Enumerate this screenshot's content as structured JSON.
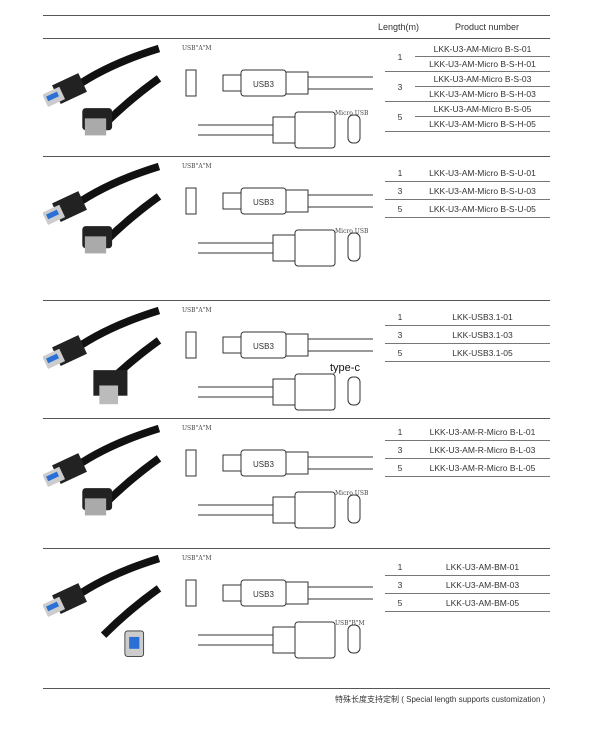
{
  "header": {
    "length": "Length(m)",
    "product_number": "Product number"
  },
  "sections": [
    {
      "name": "usb-a-to-micro-b-screw",
      "labels": {
        "left": "USB\"A\"M",
        "right": "Micro USB"
      },
      "groups": [
        {
          "length": "1",
          "products": [
            "LKK-U3-AM-Micro B-S-01",
            "LKK-U3-AM-Micro B-S-H-01"
          ]
        },
        {
          "length": "3",
          "products": [
            "LKK-U3-AM-Micro B-S-03",
            "LKK-U3-AM-Micro B-S-H-03"
          ]
        },
        {
          "length": "5",
          "products": [
            "LKK-U3-AM-Micro B-S-05",
            "LKK-U3-AM-Micro B-S-H-05"
          ]
        }
      ]
    },
    {
      "name": "usb-a-to-micro-b-up-angle",
      "labels": {
        "left": "USB\"A\"M",
        "right": "Micro USB"
      },
      "rows": [
        {
          "length": "1",
          "product": "LKK-U3-AM-Micro B-S-U-01"
        },
        {
          "length": "3",
          "product": "LKK-U3-AM-Micro B-S-U-03"
        },
        {
          "length": "5",
          "product": "LKK-U3-AM-Micro B-S-U-05"
        }
      ]
    },
    {
      "name": "usb-a-to-type-c",
      "labels": {
        "left": "USB\"A\"M",
        "right": "type-c"
      },
      "rows": [
        {
          "length": "1",
          "product": "LKK-USB3.1-01"
        },
        {
          "length": "3",
          "product": "LKK-USB3.1-03"
        },
        {
          "length": "5",
          "product": "LKK-USB3.1-05"
        }
      ]
    },
    {
      "name": "right-angle-usb-a-to-micro-b",
      "labels": {
        "left": "USB\"A\"M",
        "right": "Micro USB"
      },
      "rows": [
        {
          "length": "1",
          "product": "LKK-U3-AM-R-Micro B-L-01"
        },
        {
          "length": "3",
          "product": "LKK-U3-AM-R-Micro B-L-03"
        },
        {
          "length": "5",
          "product": "LKK-U3-AM-R-Micro B-L-05"
        }
      ]
    },
    {
      "name": "usb-a-to-usb-b",
      "labels": {
        "left": "USB\"A\"M",
        "right": "USB\"B\"M"
      },
      "rows": [
        {
          "length": "1",
          "product": "LKK-U3-AM-BM-01"
        },
        {
          "length": "3",
          "product": "LKK-U3-AM-BM-03"
        },
        {
          "length": "5",
          "product": "LKK-U3-AM-BM-05"
        }
      ]
    }
  ],
  "footer": "特殊长度支持定制 ( Special length supports customization )",
  "colors": {
    "usb3_blue": "#2a6fd6",
    "cable": "#111111",
    "rule": "#555555"
  }
}
